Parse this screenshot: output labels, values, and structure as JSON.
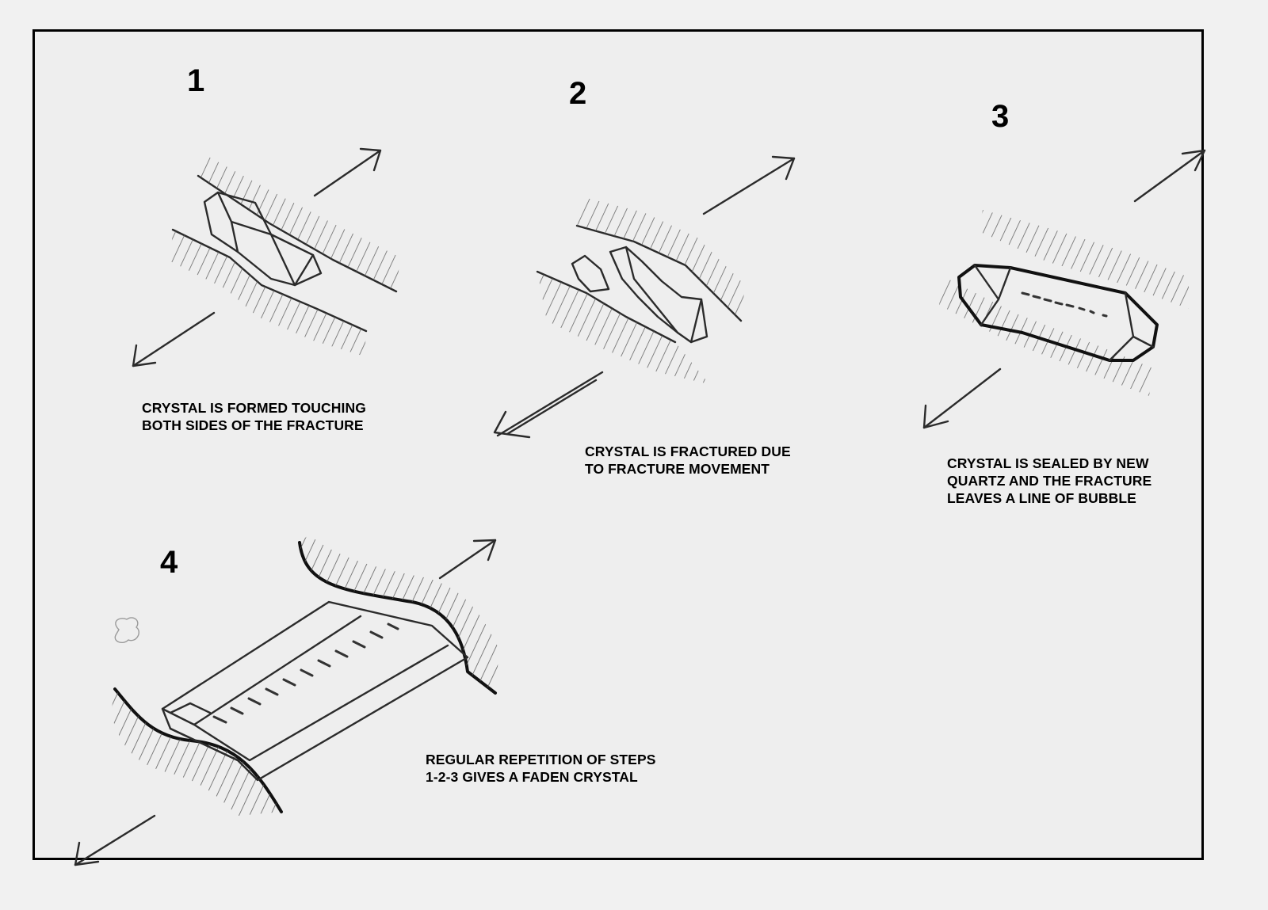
{
  "steps": [
    {
      "number": "1",
      "caption_lines": [
        "CRYSTAL IS FORMED TOUCHING",
        "BOTH SIDES OF THE FRACTURE"
      ]
    },
    {
      "number": "2",
      "caption_lines": [
        "CRYSTAL IS FRACTURED DUE",
        "TO FRACTURE MOVEMENT"
      ]
    },
    {
      "number": "3",
      "caption_lines": [
        "CRYSTAL IS SEALED BY NEW",
        "QUARTZ AND THE FRACTURE",
        "LEAVES A LINE OF BUBBLE"
      ]
    },
    {
      "number": "4",
      "caption_lines": [
        "REGULAR REPETITION OF STEPS",
        "1-2-3 GIVES A FADEN CRYSTAL"
      ]
    }
  ]
}
